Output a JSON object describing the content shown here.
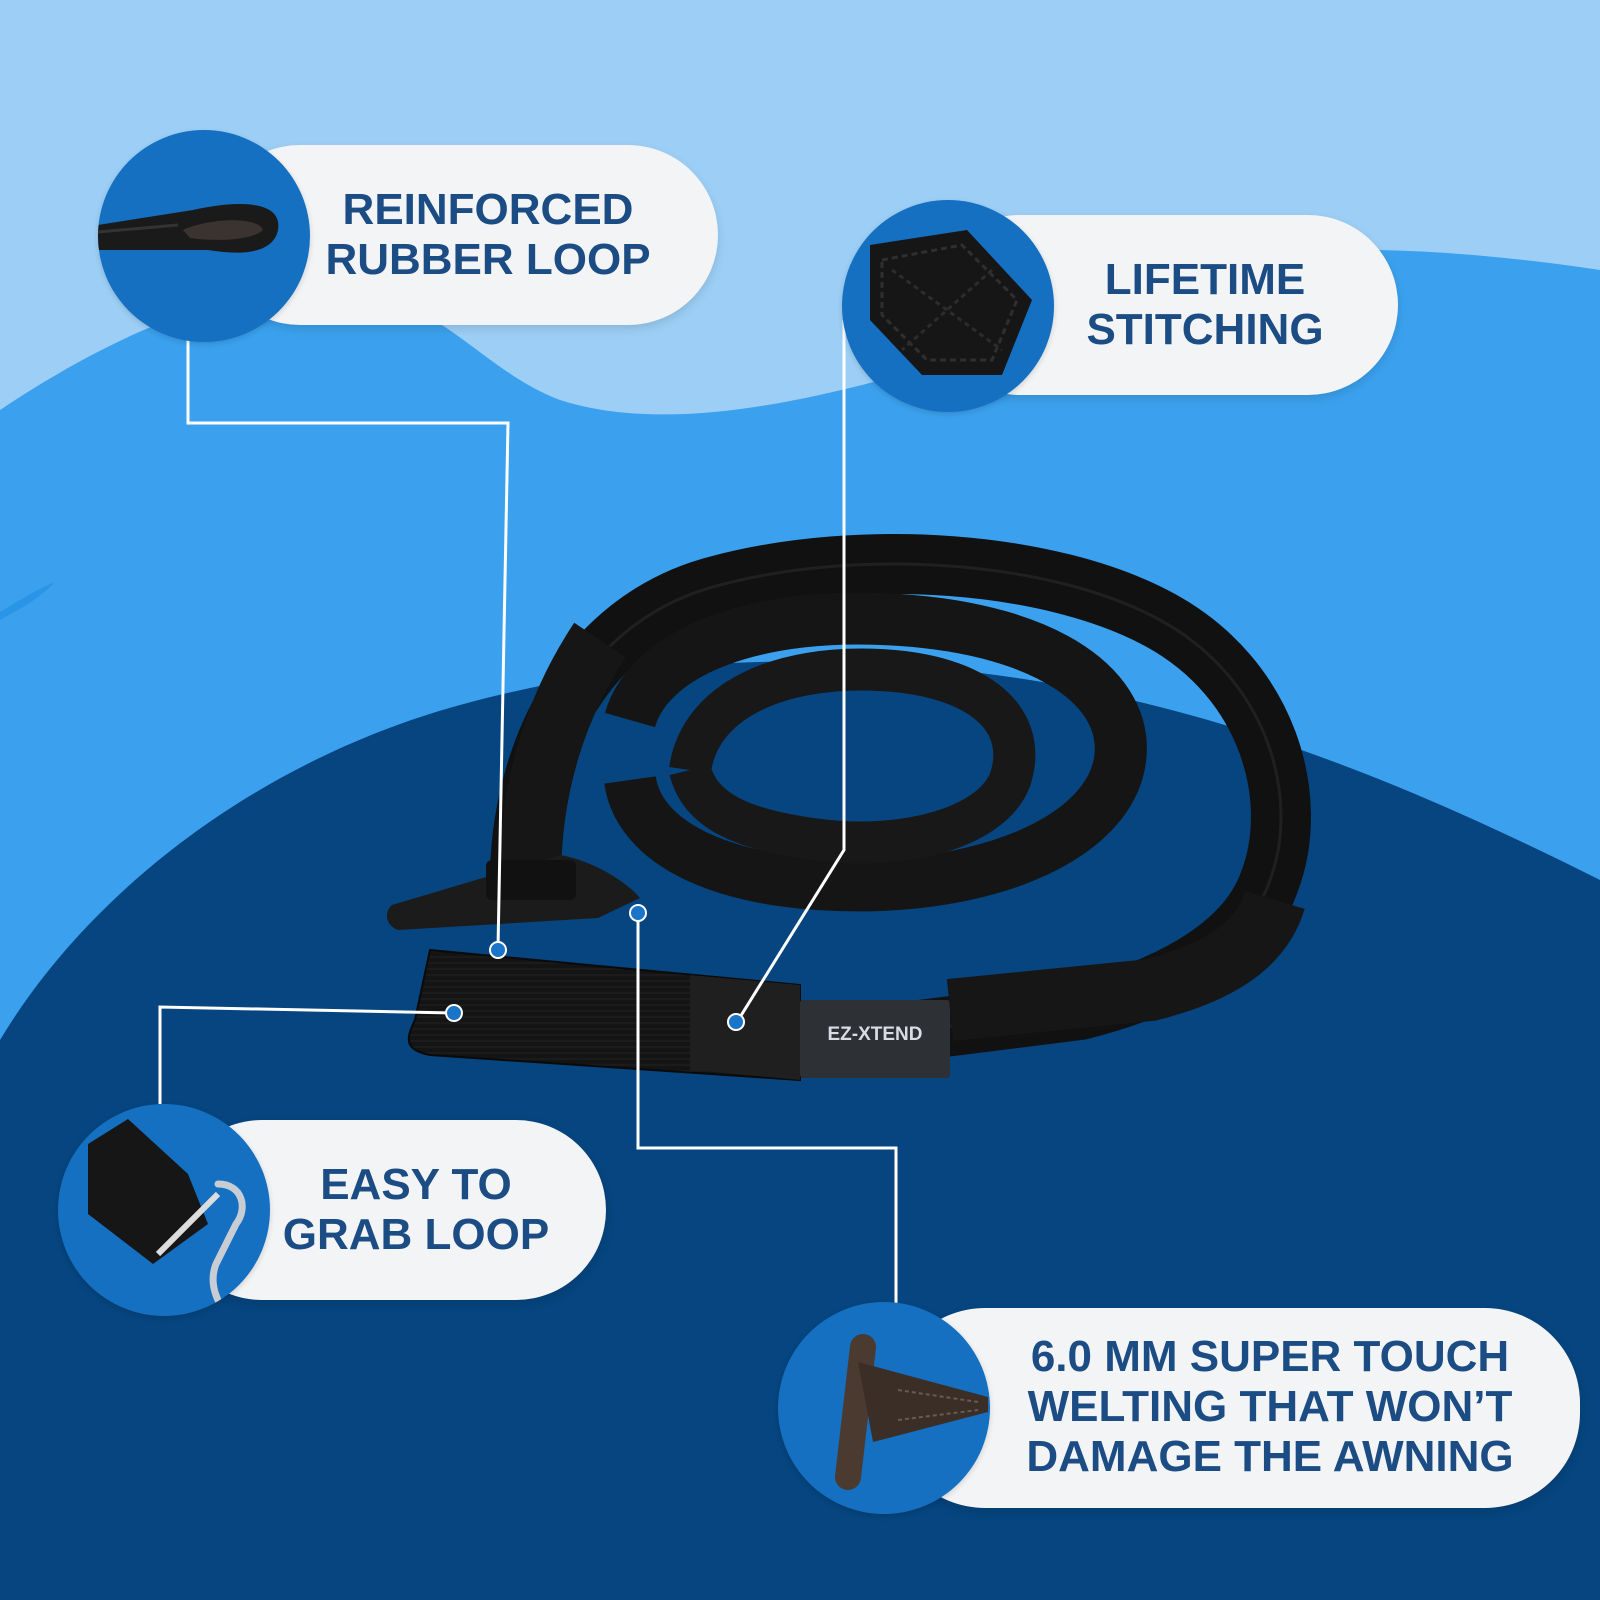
{
  "colors": {
    "sky": "#9dcff6",
    "mid_blue": "#3ba1ee",
    "navy": "#06457f",
    "icon_circle": "#1570c2",
    "pill_bg": "#f3f4f5",
    "text": "#1c4c84",
    "leader_line": "#ffffff",
    "dot": "#1a74c8"
  },
  "callouts": {
    "rubber_loop": {
      "line1": "REINFORCED",
      "line2": "RUBBER LOOP",
      "icon": "rubber-loop-closeup-icon"
    },
    "stitching": {
      "line1": "LIFETIME",
      "line2": "STITCHING",
      "icon": "stitching-closeup-icon"
    },
    "grab_loop": {
      "line1": "EASY TO",
      "line2": "GRAB LOOP",
      "icon": "grab-loop-hook-icon"
    },
    "welting": {
      "line1": "6.0 MM  SUPER  TOUCH",
      "line2": "WELTING  THAT  WON’T",
      "line3": "DAMAGE  THE  AWNING",
      "icon": "welting-closeup-icon"
    }
  },
  "product": {
    "label": "EZ-XTEND"
  }
}
